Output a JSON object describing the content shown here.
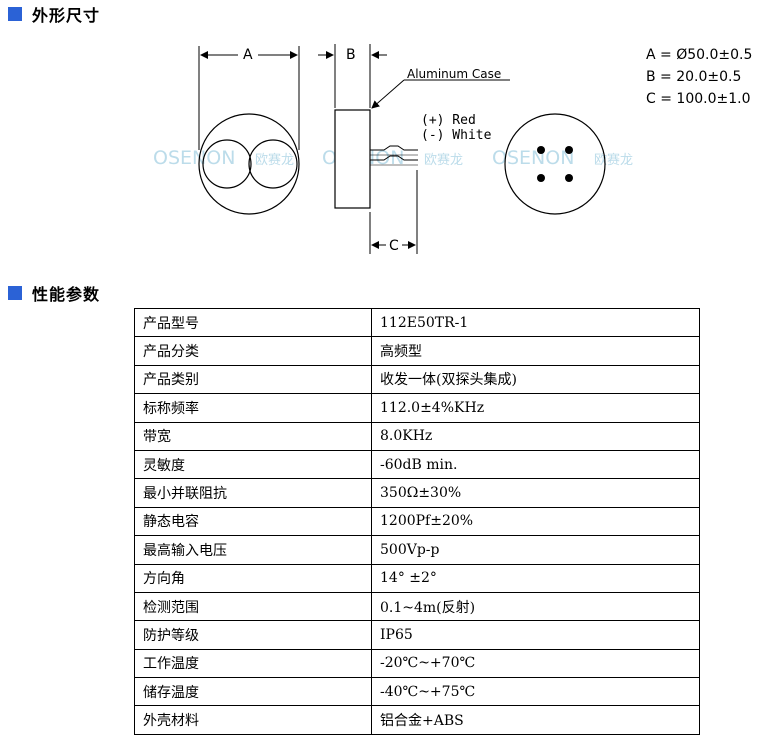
{
  "sections": {
    "dimensions_title": "外形尺寸",
    "params_title": "性能参数"
  },
  "drawing": {
    "label_a": "A",
    "label_b": "B",
    "label_c": "C",
    "case_label": "Aluminum Case",
    "wire_red": "(+) Red",
    "wire_white": "(-) White",
    "watermark_latin": "OSENON",
    "watermark_cn": "欧赛龙"
  },
  "specs": [
    "A = Ø50.0±0.5",
    "B = 20.0±0.5",
    "C = 100.0±1.0"
  ],
  "params": [
    {
      "name": "产品型号",
      "value": "112E50TR-1"
    },
    {
      "name": "产品分类",
      "value": "高频型"
    },
    {
      "name": "产品类别",
      "value": "收发一体(双探头集成)"
    },
    {
      "name": "标称频率",
      "value": "112.0±4%KHz"
    },
    {
      "name": "带宽",
      "value": "8.0KHz"
    },
    {
      "name": "灵敏度",
      "value": "-60dB min."
    },
    {
      "name": "最小并联阻抗",
      "value": "350Ω±30%"
    },
    {
      "name": "静态电容",
      "value": "1200Pf±20%"
    },
    {
      "name": "最高输入电压",
      "value": "500Vp-p"
    },
    {
      "name": "方向角",
      "value": "14° ±2°"
    },
    {
      "name": "检测范围",
      "value": "0.1~4m(反射)"
    },
    {
      "name": "防护等级",
      "value": "IP65"
    },
    {
      "name": "工作温度",
      "value": "-20℃~+70℃"
    },
    {
      "name": "储存温度",
      "value": "-40℃~+75℃"
    },
    {
      "name": "外壳材料",
      "value": "铝合金+ABS"
    }
  ],
  "colors": {
    "section_marker": "#2b62d6",
    "watermark": "#bcdcea"
  }
}
